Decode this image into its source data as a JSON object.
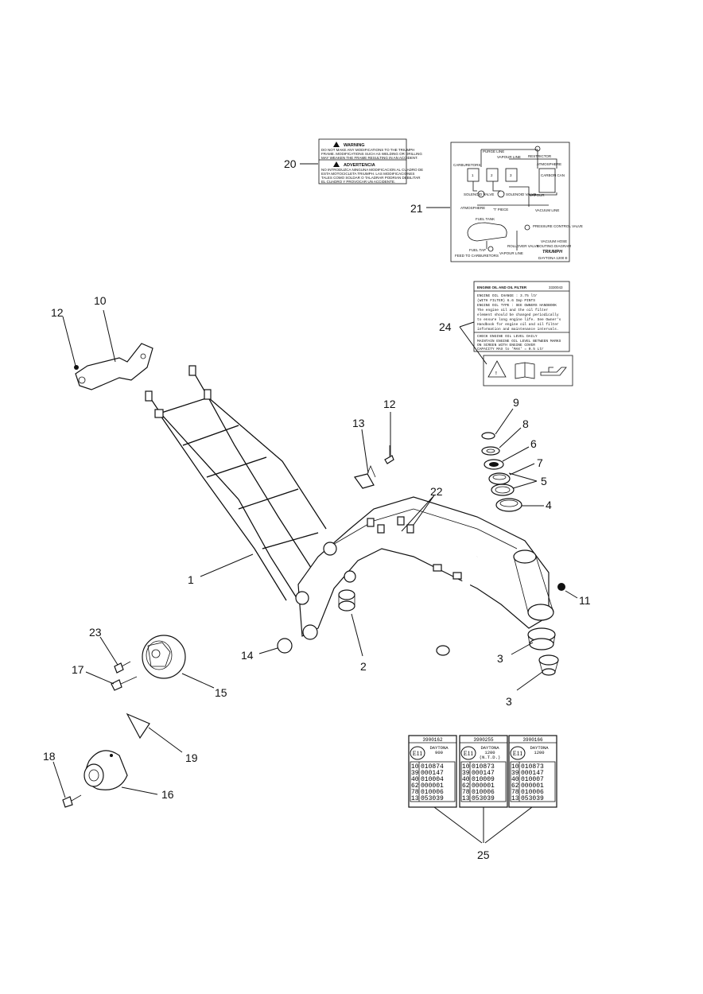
{
  "callouts": {
    "n1": "1",
    "n2": "2",
    "n3a": "3",
    "n3b": "3",
    "n4": "4",
    "n5": "5",
    "n6": "6",
    "n7": "7",
    "n8": "8",
    "n9": "9",
    "n10": "10",
    "n11": "11",
    "n12a": "12",
    "n12b": "12",
    "n13": "13",
    "n14": "14",
    "n15": "15",
    "n16": "16",
    "n17": "17",
    "n18": "18",
    "n19": "19",
    "n20": "20",
    "n21": "21",
    "n22": "22",
    "n23": "23",
    "n24": "24",
    "n25": "25"
  },
  "warning_label": {
    "title": "WARNING",
    "lines": [
      "DO NOT MAKE ANY MODIFICATIONS TO THE TRIUMPH",
      "FRAME. MODIFICATIONS SUCH AS WELDING OR DRILLING",
      "MAY WEAKEN THE FRAME RESULTING IN AN ACCIDENT."
    ],
    "title2": "ADVERTENCIA",
    "lines2": [
      "NO INTRODUZCA NINGUNA MODIFICACION AL CUADRO DE",
      "ESTA MOTOCICLETA TRIUMPH. LAS MODIFICACIONES",
      "TALES COMO SOLDAR O TALADRAR PODRIAN DEBILITAR",
      "EL CUADRO Y PROVOCAR UN ACCIDENTE."
    ]
  },
  "vacuum_label": {
    "purge_line": "PURGE LINE",
    "restrictor": "RESTRICTOR",
    "carburetors": "CARBURETORS",
    "vapour_line": "VAPOUR LINE",
    "atmosphere_top": "ATMOSPHERE",
    "carbon_can": "CARBON CAN",
    "solenoid_valve": "SOLENOID VALVE",
    "solenoid_valve2": "SOLENOID VALVE",
    "vapour": "VAPOUR",
    "atmosphere": "ATMOSPHERE",
    "t_piece": "'T' PIECE",
    "vacuum_line": "VACUUM LINE",
    "fuel_tank": "FUEL TANK",
    "pressure_control": "PRESSURE CONTROL VALVE",
    "fuel_tap": "FUEL TAP",
    "rollover": "ROLLOVER VALVE",
    "vapour_line2": "VAPOUR LINE",
    "feed": "FEED TO CARBURETORS",
    "vacuum_hose": "VACUUM HOSE",
    "routing": "ROUTING DIAGRAM",
    "brand": "TRIUMPH",
    "model": "DAYTONA 1200 E"
  },
  "oil_label": {
    "title": "ENGINE OIL AND OIL FILTER",
    "part": "3330043",
    "lines": [
      "ENGINE OIL CHANGE : 3.75 ltr",
      "(WITH FILTER)      6.6 Imp PINTS",
      "ENGINE OIL TYPE  : SEE OWNERS HANDBOOK",
      "The engine oil and the oil filter",
      "element should be changed periodically",
      "to ensure long engine life. See Owner's",
      "Handbook for engine oil and oil filter",
      "information and maintenance intervals.",
      "CHECK ENGINE OIL LEVEL DAILY",
      "MAINTAIN ENGINE OIL LEVEL BETWEEN MARKS",
      "ON SCREEN WITH ENGINE COVER",
      "CAPACITY MAX to 'MAX' = 0.5 Ltr"
    ]
  },
  "id_labels": [
    {
      "part": "3900162",
      "mark": "E11",
      "model": "DAYTONA",
      "cc": "900",
      "extra": "",
      "codes": [
        "10",
        "39",
        "40",
        "62",
        "78",
        "13"
      ],
      "values": [
        "010874",
        "000147",
        "010004",
        "000001",
        "010006",
        "053039"
      ]
    },
    {
      "part": "3900255",
      "mark": "E11",
      "model": "DAYTONA",
      "cc": "1200",
      "extra": "(N.T.D.)",
      "codes": [
        "10",
        "39",
        "40",
        "62",
        "78",
        "13"
      ],
      "values": [
        "010873",
        "000147",
        "010009",
        "000001",
        "010006",
        "053039"
      ]
    },
    {
      "part": "3900166",
      "mark": "E11",
      "model": "DAYTONA",
      "cc": "1200",
      "extra": "",
      "codes": [
        "10",
        "39",
        "40",
        "62",
        "78",
        "13"
      ],
      "values": [
        "010873",
        "000147",
        "010007",
        "000001",
        "010006",
        "053039"
      ]
    }
  ]
}
